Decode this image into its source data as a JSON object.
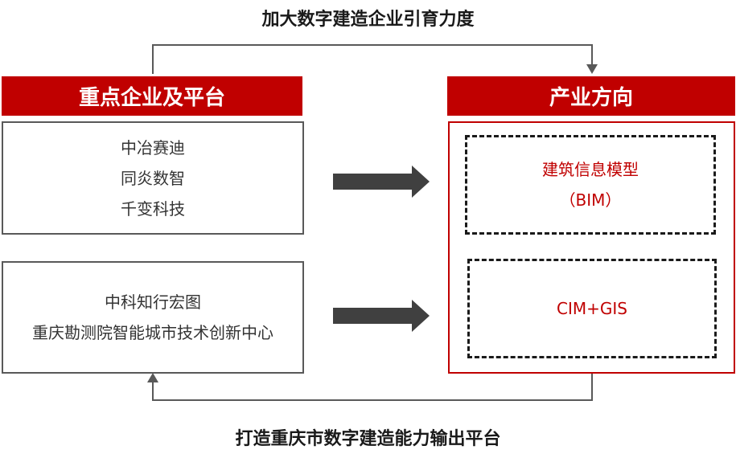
{
  "top_caption": "加大数字建造企业引育力度",
  "bottom_caption": "打造重庆市数字建造能力输出平台",
  "left_header": "重点企业及平台",
  "right_header": "产业方向",
  "left_box_1": {
    "lines": [
      "中冶赛迪",
      "同炎数智",
      "千变科技"
    ]
  },
  "left_box_2": {
    "lines": [
      "中科知行宏图",
      "重庆勘测院智能城市技术创新中心"
    ]
  },
  "right_box_1": {
    "lines": [
      "建筑信息模型",
      "（BIM）"
    ]
  },
  "right_box_2": {
    "lines": [
      "CIM+GIS"
    ]
  },
  "colors": {
    "accent_red": "#c00000",
    "arrow_gray": "#404040",
    "border_gray": "#595959"
  }
}
